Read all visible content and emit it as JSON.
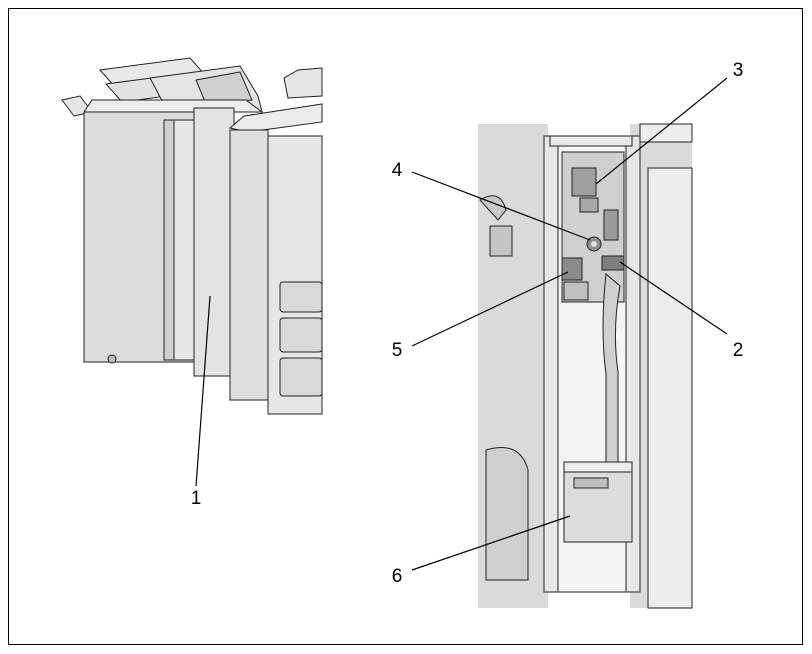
{
  "figure": {
    "left_illustration": "finisher-unit-exterior",
    "right_illustration": "finisher-unit-front-door-open",
    "background_color": "#ffffff",
    "panel_color": "#d9d9d9",
    "body_color": "#e2e2e2",
    "line_color": "#000000"
  },
  "callouts": [
    {
      "label": "1"
    },
    {
      "label": "2"
    },
    {
      "label": "3"
    },
    {
      "label": "4"
    },
    {
      "label": "5"
    },
    {
      "label": "6"
    }
  ]
}
